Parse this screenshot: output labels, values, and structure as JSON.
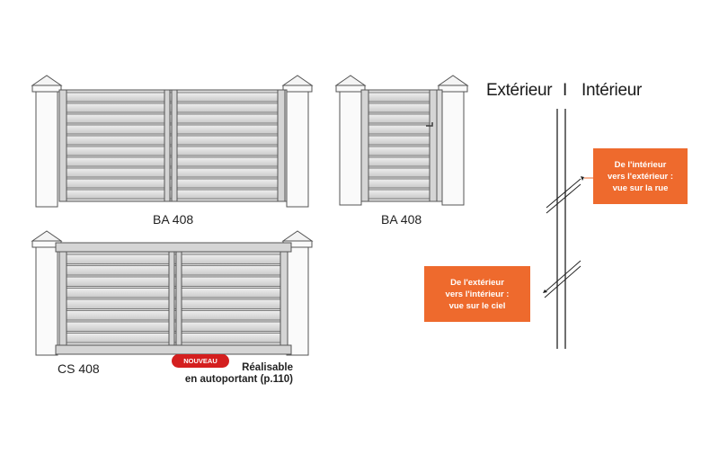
{
  "gates": {
    "double": {
      "model": "BA 408"
    },
    "pedestrian": {
      "model": "BA 408"
    },
    "sliding": {
      "model": "CS 408"
    }
  },
  "badge": {
    "text": "NOUVEAU"
  },
  "realisable": {
    "line1": "Réalisable",
    "line2": "en autoportant (p.110)"
  },
  "orientation": {
    "exterior": "Extérieur",
    "separator": "I",
    "interior": "Intérieur"
  },
  "notes": {
    "inside_out": [
      "De l'intérieur",
      "vers l'extérieur :",
      "vue sur la rue"
    ],
    "outside_in": [
      "De l'extérieur",
      "vers l'intérieur :",
      "vue sur le ciel"
    ]
  },
  "colors": {
    "accent_orange": "#ee6a2d",
    "badge_red": "#d41f1f",
    "gate_panel": "#dcdcdc",
    "outline": "#555555"
  }
}
